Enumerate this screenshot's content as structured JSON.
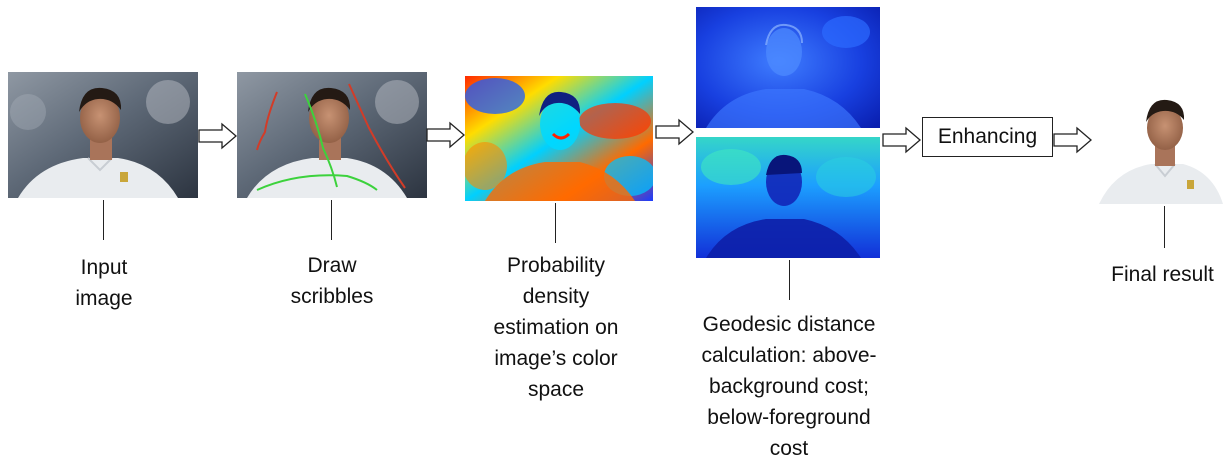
{
  "steps": {
    "input": {
      "label": "Input\nimage"
    },
    "scribbles": {
      "label": "Draw\nscribbles"
    },
    "density": {
      "label": "Probability\ndensity\nestimation on\nimage’s color\nspace"
    },
    "geodesic": {
      "label": "Geodesic distance\ncalculation: above-\nbackground cost;\nbelow-foreground\ncost"
    },
    "enhancing": {
      "label": "Enhancing"
    },
    "final": {
      "label": "Final result"
    }
  },
  "colors": {
    "arrow_stroke": "#222222",
    "scribble_foreground": "#3cd23c",
    "scribble_background": "#d23c28"
  }
}
